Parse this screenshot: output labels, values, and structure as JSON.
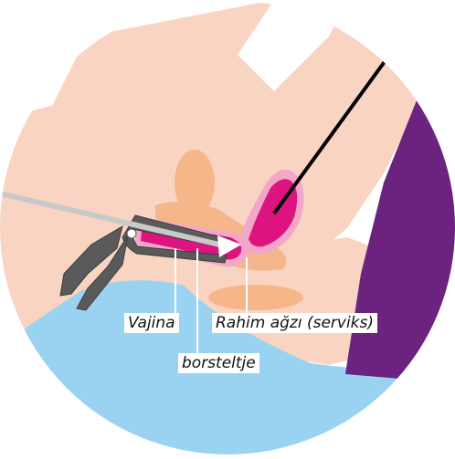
{
  "labels": {
    "vagina": "Vajina",
    "cervix": "Rahim ağzı (serviks)",
    "brush": "borsteltje"
  },
  "colors": {
    "skin": "#f9d4c2",
    "skin_shadow": "#f5b68a",
    "water_blue": "#9ad3f2",
    "purple": "#6c237f",
    "magenta": "#dd1480",
    "pink_glow": "#f3a7c8",
    "speculum_grey": "#5a5a5a",
    "line_white": "#ffffff"
  },
  "icons": {
    "speculum": "speculum-icon",
    "brush": "brush-icon"
  }
}
